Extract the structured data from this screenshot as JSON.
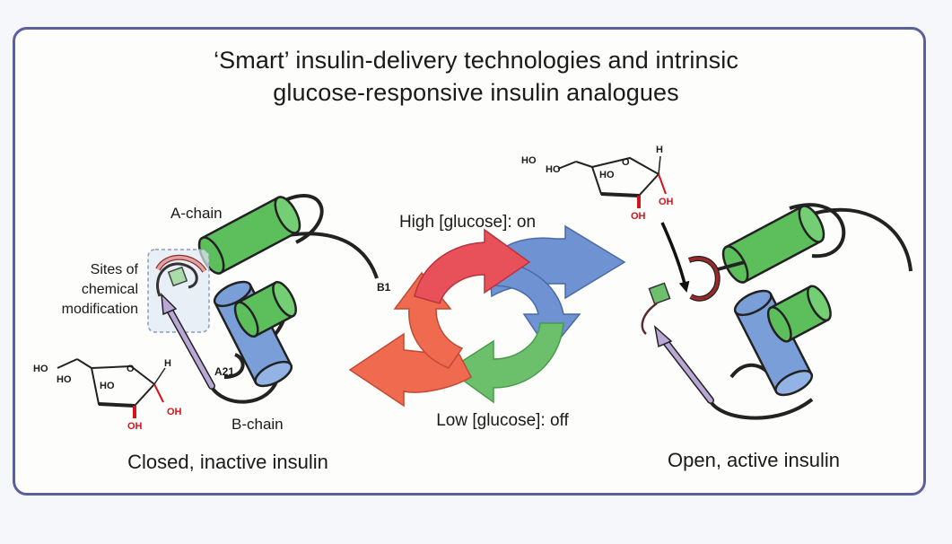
{
  "title": {
    "line1": "‘Smart’ insulin-delivery technologies and intrinsic",
    "line2": "glucose-responsive insulin analogues"
  },
  "left": {
    "a_chain": "A-chain",
    "b_chain": "B-chain",
    "b1": "B1",
    "a21": "A21",
    "sites_line1": "Sites of",
    "sites_line2": "chemical",
    "sites_line3": "modification",
    "caption": "Closed, inactive insulin"
  },
  "center": {
    "high_glucose": "High [glucose]: on",
    "low_glucose": "Low [glucose]: off"
  },
  "right": {
    "caption": "Open, active insulin"
  },
  "chem": {
    "ho": "HO",
    "oh": "OH",
    "o": "O",
    "h": "H"
  },
  "colors": {
    "border": "#5b5f9a",
    "green": "#5cbf5c",
    "blue": "#7a9fd8",
    "red": "#e8505a",
    "salmon": "#f06a50",
    "arrow_blue": "#6f93d2",
    "arrow_green": "#6cc06c",
    "lilac": "#b9a7d6",
    "dark_red": "#9a2a28",
    "chem_red": "#d4141c"
  }
}
